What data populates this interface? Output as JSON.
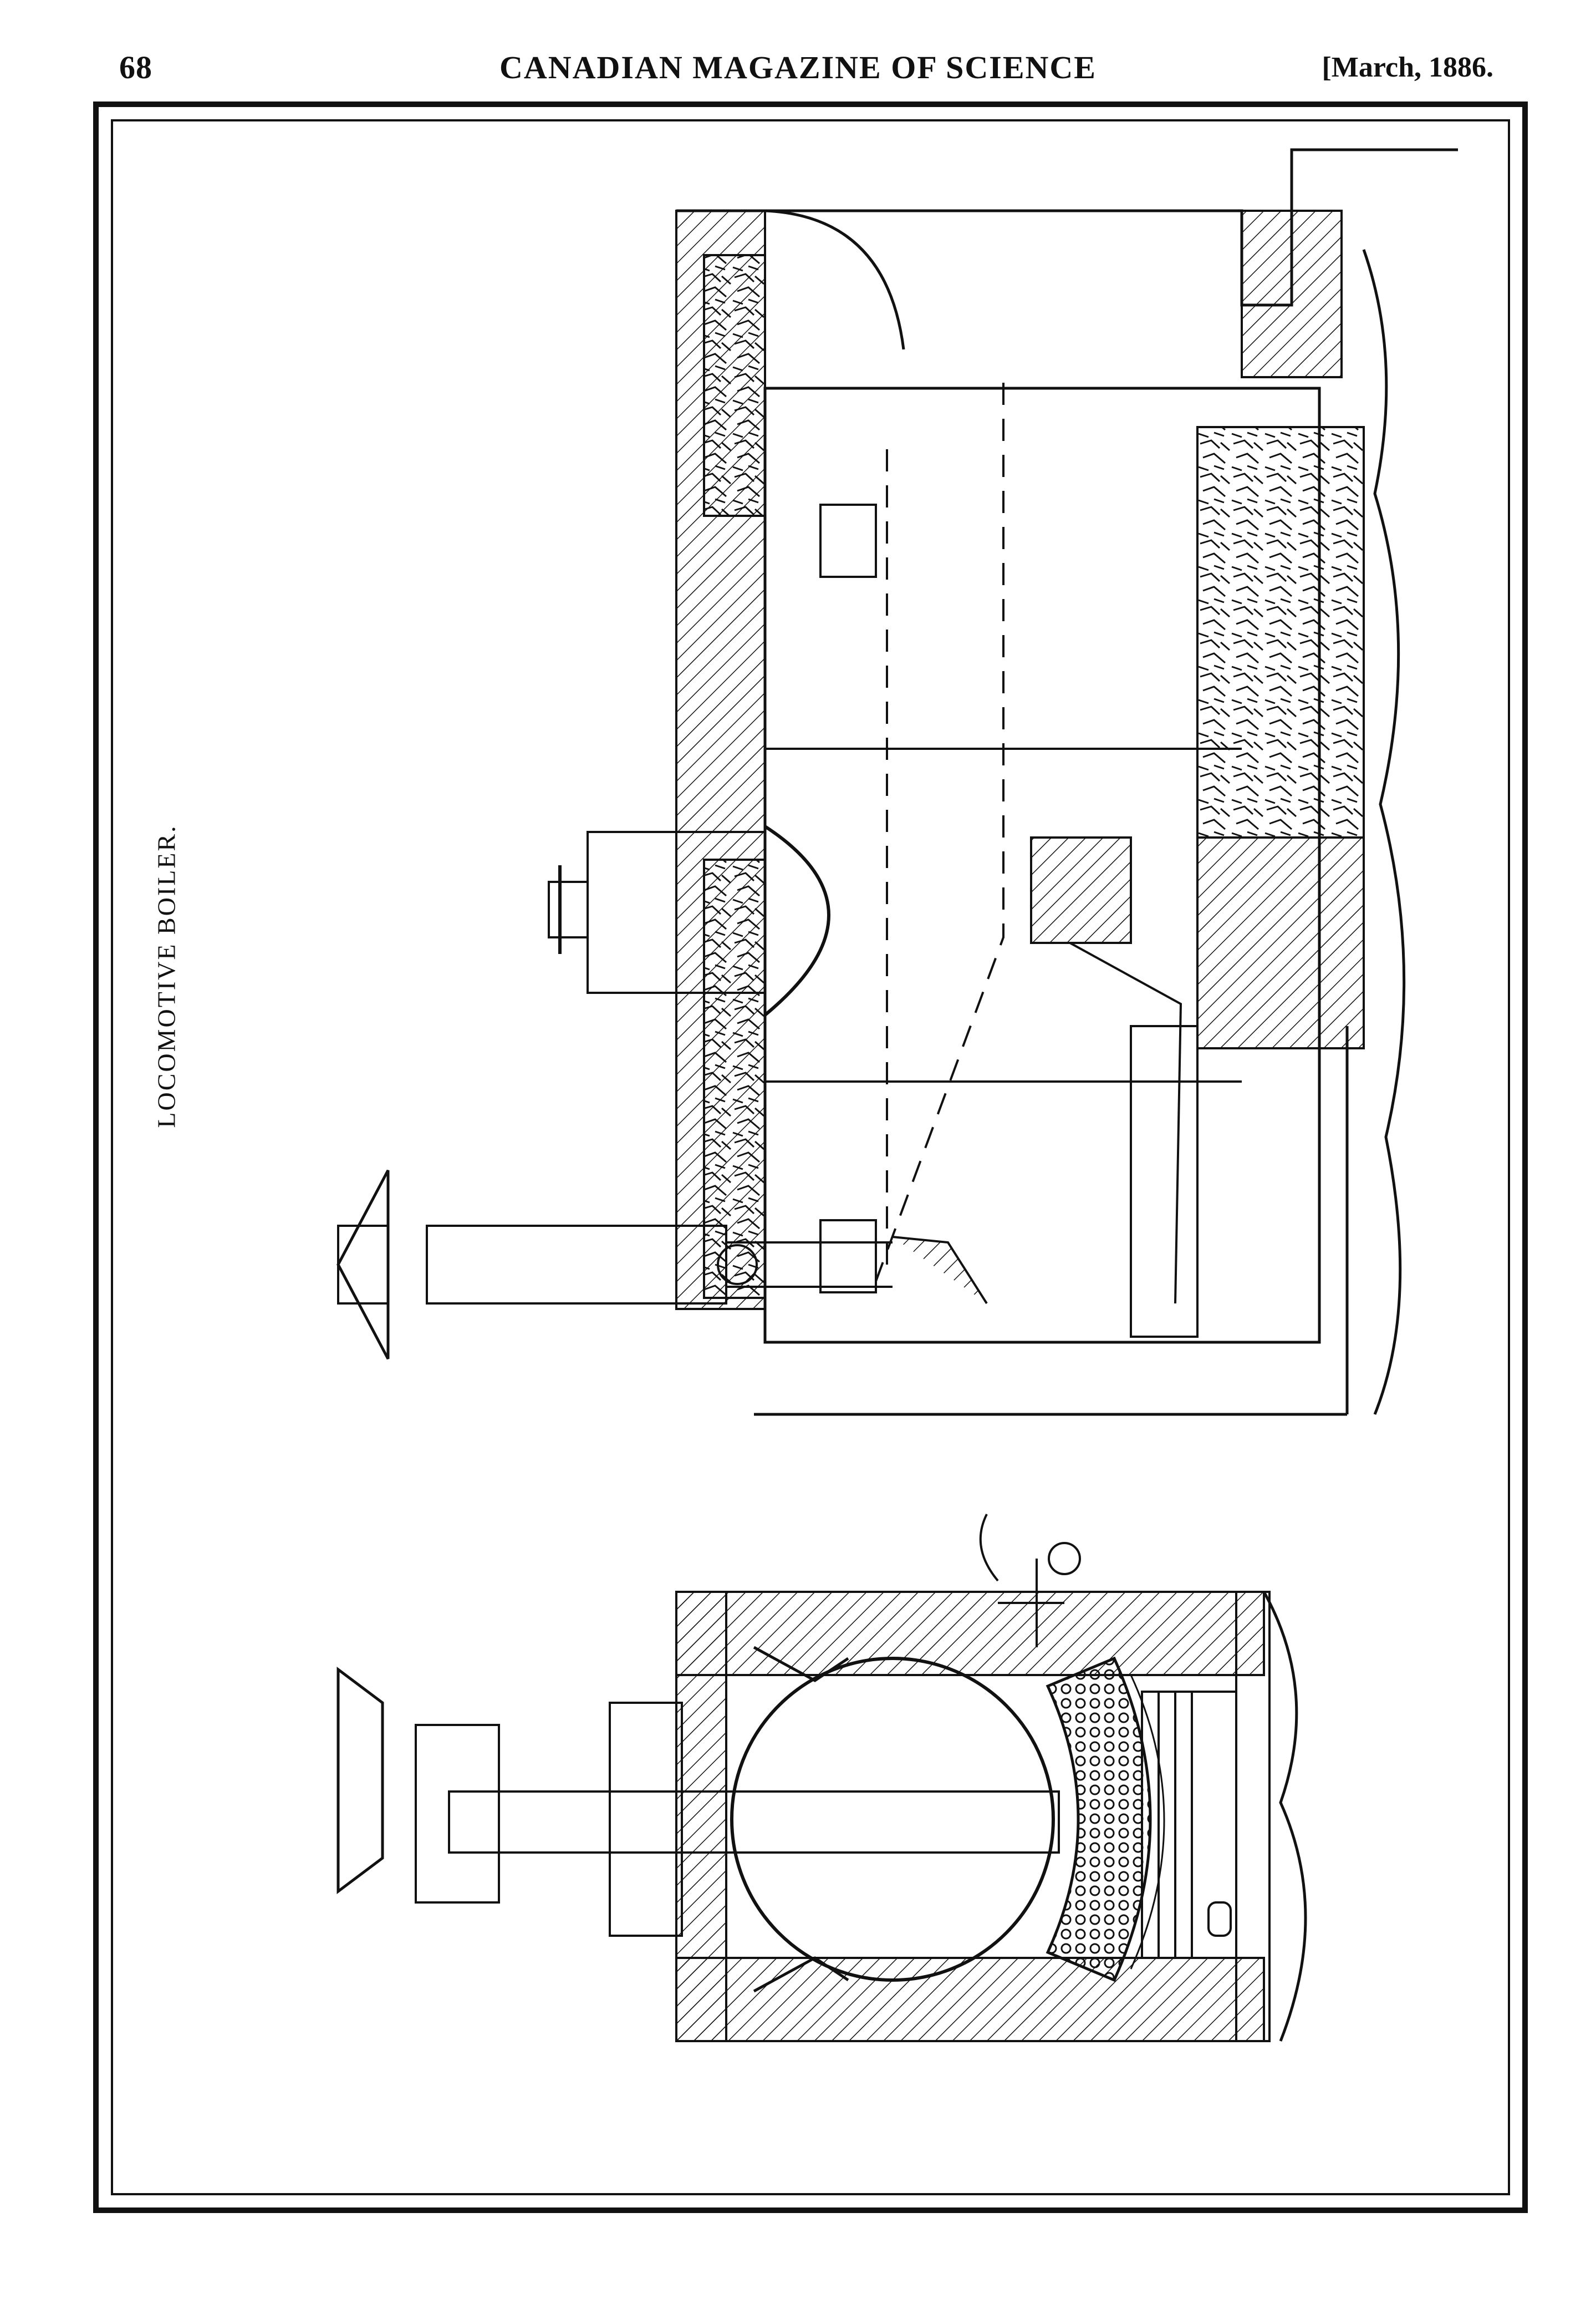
{
  "header": {
    "page_number": "68",
    "journal_title": "CANADIAN MAGAZINE OF SCIENCE",
    "issue_date": "[March, 1886."
  },
  "plate": {
    "caption": "LOCOMOTIVE BOILER."
  },
  "colors": {
    "ink": "#111111",
    "paper": "#ffffff"
  }
}
